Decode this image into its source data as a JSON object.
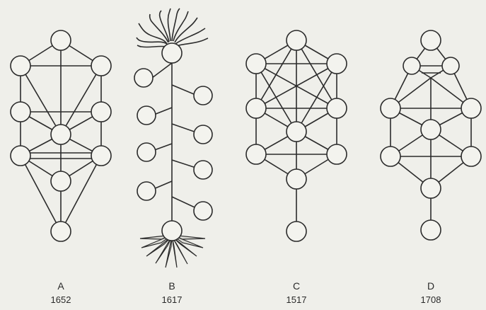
{
  "diagrams": [
    {
      "letter": "A",
      "year": "1652"
    },
    {
      "letter": "B",
      "year": "1617"
    },
    {
      "letter": "C",
      "year": "1517"
    },
    {
      "letter": "D",
      "year": "1708"
    }
  ]
}
